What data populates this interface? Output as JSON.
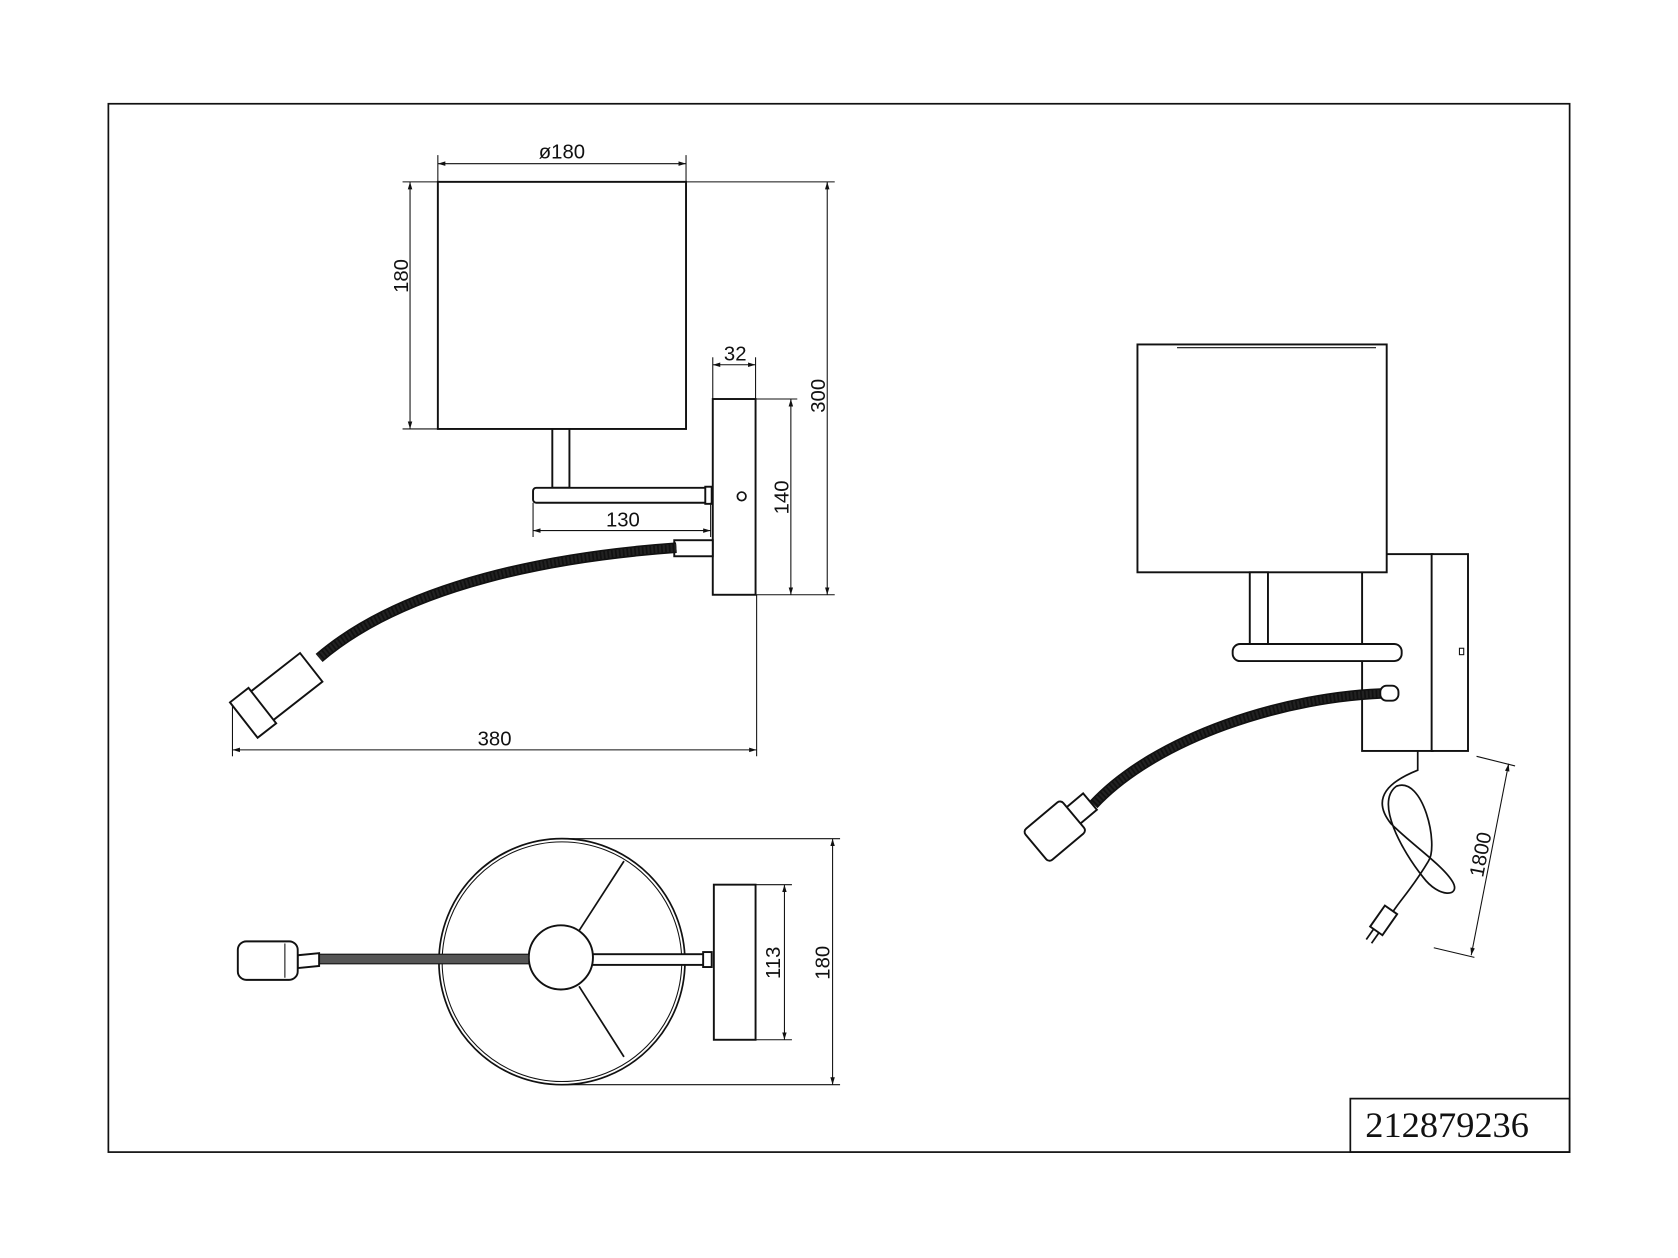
{
  "drawing": {
    "part_number": "212879236",
    "side_view": {
      "shade_diameter": "ø180",
      "shade_height": "180",
      "backplate_width": "32",
      "total_height": "300",
      "backplate_height": "140",
      "arm_length": "130",
      "total_length": "380"
    },
    "top_view": {
      "backplate_depth": "113",
      "shade_depth": "180"
    },
    "perspective_view": {
      "cable_length": "1800"
    }
  }
}
